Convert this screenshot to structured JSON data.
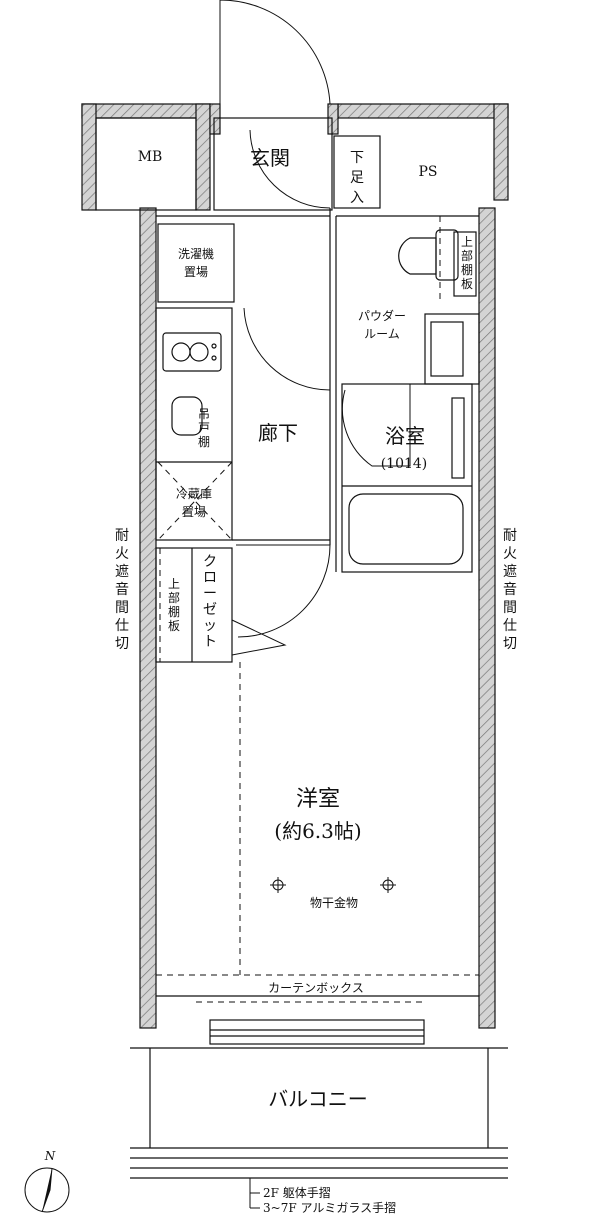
{
  "labels": {
    "mb": "MB",
    "genkan": "玄関",
    "shitabako": [
      "下",
      "足",
      "入"
    ],
    "ps": "PS",
    "sentakuki": [
      "洗濯機",
      "置場"
    ],
    "joubu_tanaita_top": [
      "上",
      "部",
      "棚",
      "板"
    ],
    "powder_room": [
      "パウダー",
      "ルーム"
    ],
    "tsuridana": [
      "吊",
      "戸",
      "棚"
    ],
    "rouka": "廊下",
    "yokushitsu": "浴室",
    "yokushitsu_size": "(1014)",
    "reizouko": [
      "冷蔵庫",
      "置場"
    ],
    "closet": [
      "ク",
      "ロ",
      "ー",
      "ゼ",
      "ッ",
      "ト"
    ],
    "joubu_tanaita_closet": [
      "上",
      "部",
      "棚",
      "板"
    ],
    "taika_left": [
      "耐",
      "火",
      "遮",
      "音",
      "間",
      "仕",
      "切"
    ],
    "taika_right": [
      "耐",
      "火",
      "遮",
      "音",
      "間",
      "仕",
      "切"
    ],
    "youshitsu": "洋室",
    "youshitsu_size": "(約6.3帖)",
    "monohoshi": "物干金物",
    "curtain_box": "カーテンボックス",
    "balcony": "バルコニー",
    "north": "N",
    "railing_2f": "2F 躯体手摺",
    "railing_3_7f": "3~7F アルミガラス手摺"
  },
  "colors": {
    "wall_hatch": "#c8c8c8",
    "line": "#111111"
  }
}
